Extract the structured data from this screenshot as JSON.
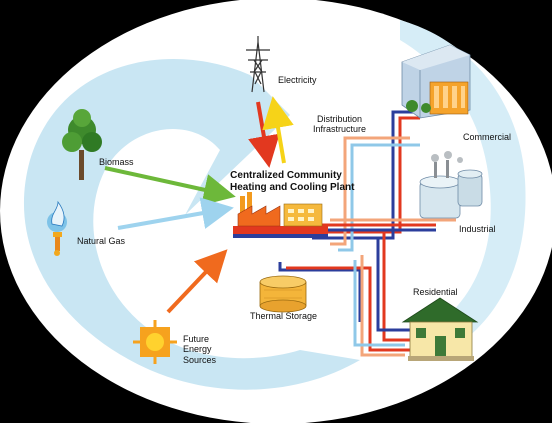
{
  "diagram": {
    "title_line1": "Centralized Community",
    "title_line2": "Heating and Cooling Plant",
    "labels": {
      "electricity": "Electricity",
      "distribution_line1": "Distribution",
      "distribution_line2": "Infrastructure",
      "commercial": "Commercial",
      "biomass": "Biomass",
      "natural_gas": "Natural Gas",
      "industrial": "Industrial",
      "residential": "Residential",
      "thermal_storage": "Thermal Storage",
      "future_line1": "Future",
      "future_line2": "Energy",
      "future_line3": "Sources"
    }
  },
  "colors": {
    "background": "#000000",
    "ellipse": "#FFFFFF",
    "swirl": "#C9E6F3",
    "hot_pipe": "#E8501E",
    "cold_pipe": "#2B3E9C",
    "light_hot": "#F3A57A",
    "light_cold": "#8FC8E8",
    "green_arrow": "#6DB83A",
    "yellow_arrow": "#F6D318",
    "orange_arrow": "#F06A1E"
  }
}
